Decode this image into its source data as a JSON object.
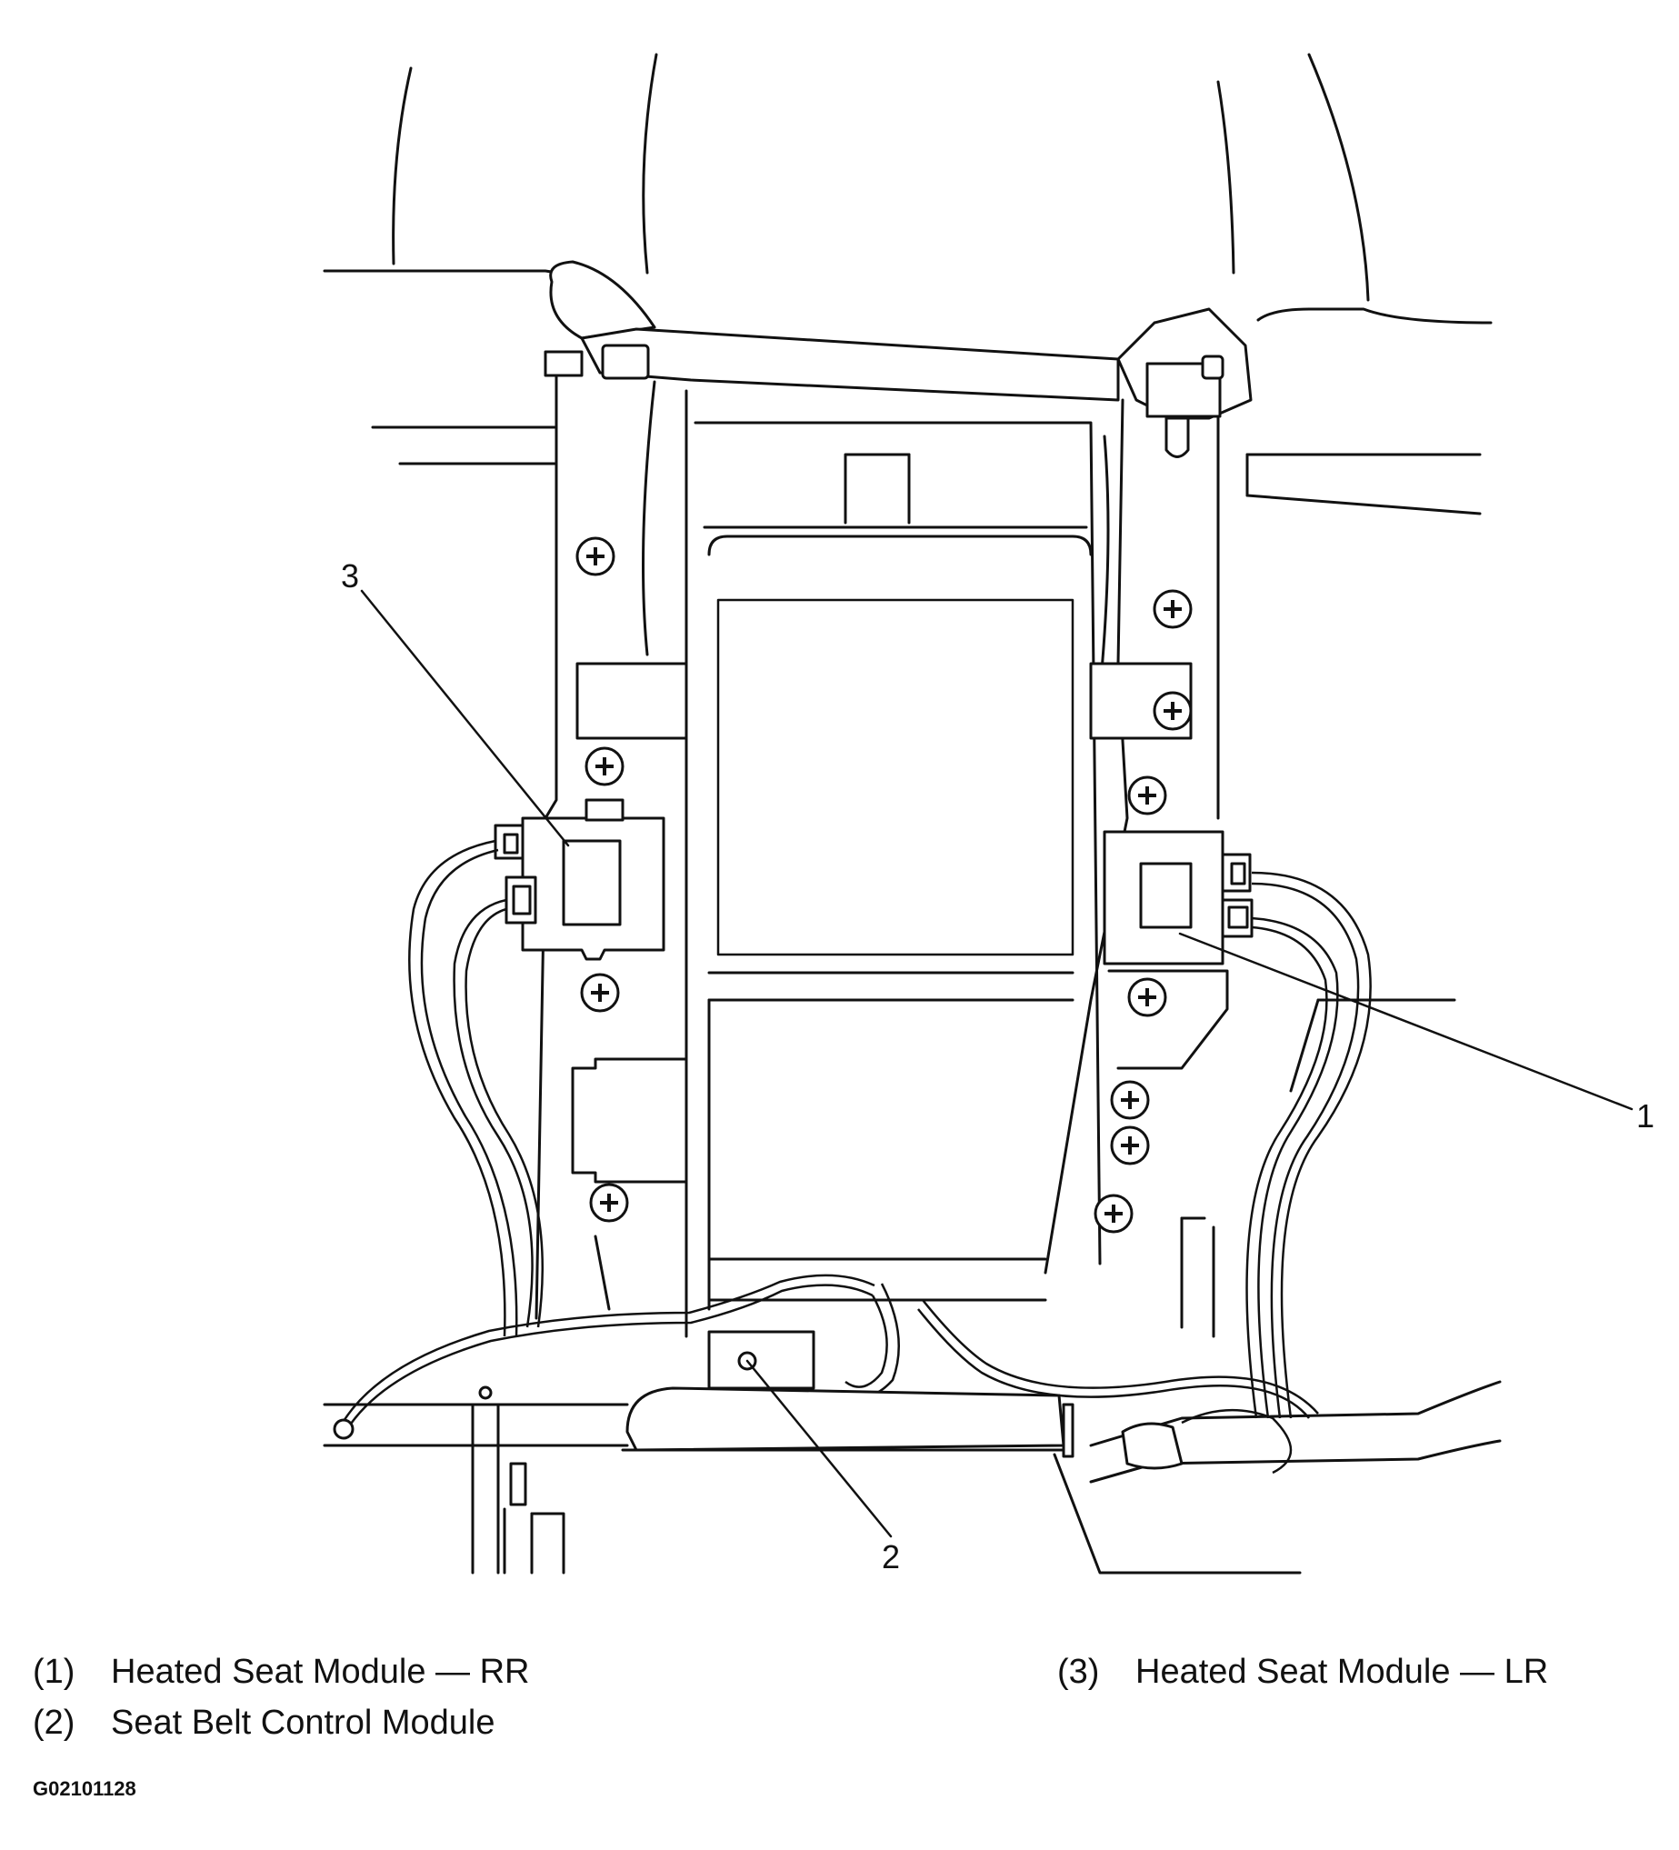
{
  "diagram": {
    "callouts": [
      {
        "id": "1",
        "label": "1"
      },
      {
        "id": "2",
        "label": "2"
      },
      {
        "id": "3",
        "label": "3"
      }
    ]
  },
  "legend": {
    "items": [
      {
        "num": "(1)",
        "text": "Heated Seat Module — RR"
      },
      {
        "num": "(2)",
        "text": "Seat Belt Control Module"
      },
      {
        "num": "(3)",
        "text": "Heated Seat Module — LR"
      }
    ]
  },
  "figure_id": "G02101128"
}
